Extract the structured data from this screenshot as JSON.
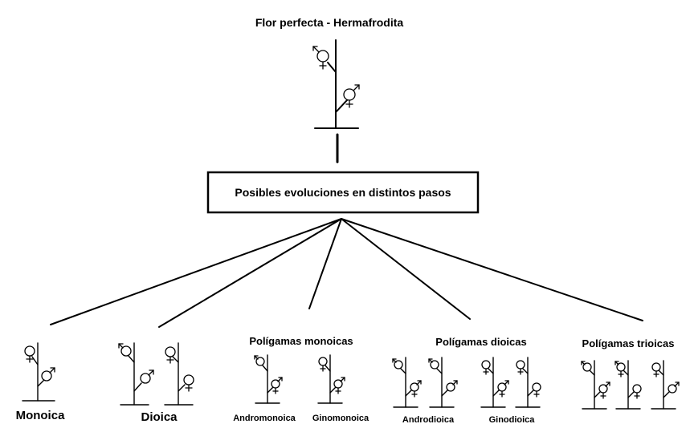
{
  "title": "Flor perfecta  - Hermafrodita",
  "box_label": "Posibles evoluciones en distintos pasos",
  "labels": {
    "monoica": "Monoica",
    "dioica": "Dioica",
    "poligamas_monoicas": "Polígamas monoicas",
    "andromonoica": "Andromonoica",
    "ginomonoica": "Ginomonoica",
    "poligamas_dioicas": "Polígamas dioicas",
    "androdioica": "Androdioica",
    "ginodioica": "Ginodioica",
    "poligamas_trioicas": "Polígamas trioicas"
  },
  "symbols": {
    "male": "male-symbol-icon",
    "female": "female-symbol-icon",
    "hermaphrodite": "hermaphrodite-symbol-icon"
  }
}
